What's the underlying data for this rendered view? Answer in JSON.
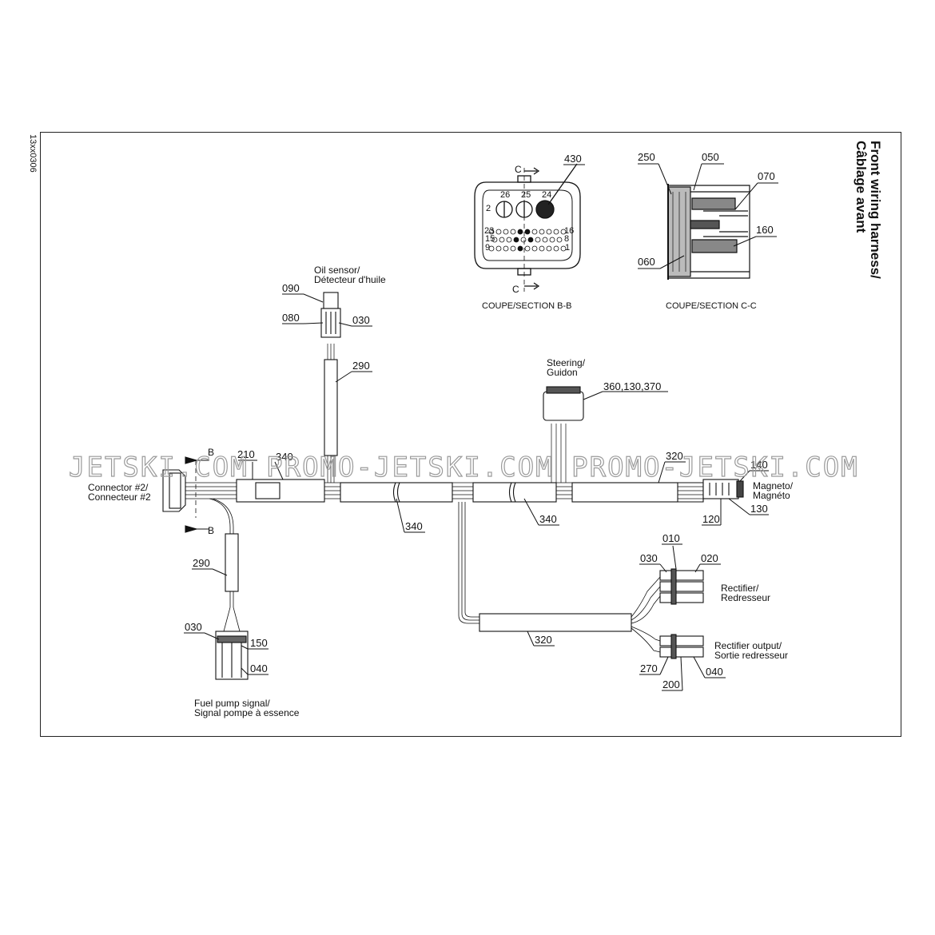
{
  "side_code": "13xx0306",
  "title": [
    "Front wiring harness/",
    "Câblage avant"
  ],
  "watermark": "JETSKI.COM  PROMO-JETSKI.COM  PROMO-JETSKI.COM",
  "sections": {
    "bb_caption": "COUPE/SECTION B-B",
    "cc_caption": "COUPE/SECTION C-C",
    "b_marker": "B",
    "c_marker": "C"
  },
  "labels": {
    "oil_sensor": [
      "Oil sensor/",
      "Détecteur d'huile"
    ],
    "steering": [
      "Steering/",
      "Guidon"
    ],
    "connector2": [
      "Connector #2/",
      "Connecteur #2"
    ],
    "magneto": [
      "Magneto/",
      "Magnéto"
    ],
    "rectifier": [
      "Rectifier/",
      "Redresseur"
    ],
    "rectifier_output": [
      "Rectifier output/",
      "Sortie redresseur"
    ],
    "fuel_pump": [
      "Fuel pump signal/",
      "Signal pompe à essence"
    ]
  },
  "part_numbers": {
    "p430": "430",
    "p250": "250",
    "p050": "050",
    "p070": "070",
    "p160": "160",
    "p060": "060",
    "p090": "090",
    "p080": "080",
    "p030_oil": "030",
    "p290_oil": "290",
    "p360": "360,130,370",
    "p210": "210",
    "p340_a": "340",
    "p340_b": "340",
    "p340_c": "340",
    "p320_a": "320",
    "p140": "140",
    "p130": "130",
    "p120": "120",
    "p010": "010",
    "p030_rect": "030",
    "p020": "020",
    "p320_b": "320",
    "p270": "270",
    "p200": "200",
    "p040_rect": "040",
    "p290_fuel": "290",
    "p030_fuel": "030",
    "p150": "150",
    "p040_fuel": "040"
  },
  "pin_numbers": [
    "26",
    "25",
    "24",
    "2",
    "23",
    "16",
    "15",
    "8",
    "9",
    "1"
  ]
}
